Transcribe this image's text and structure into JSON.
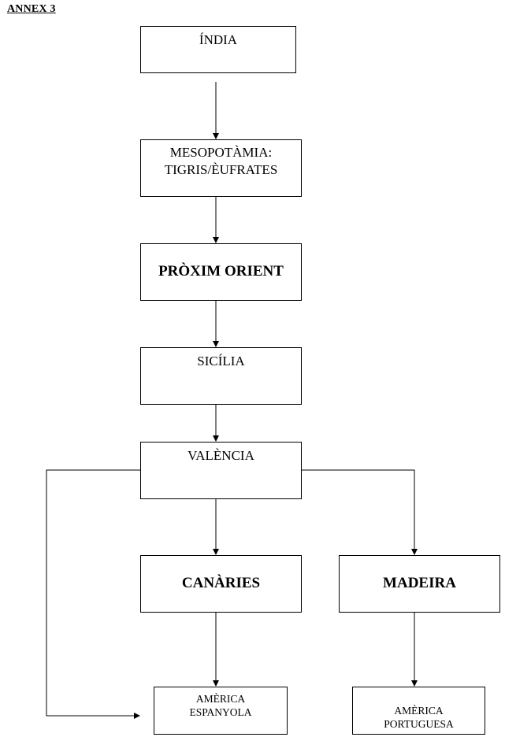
{
  "title": "ANNEX 3",
  "nodes": {
    "india": "ÍNDIA",
    "mesopotamia": "MESOPOTÀMIA:\nTIGRIS/ÈUFRATES",
    "proxim_orient": "PRÒXIM ORIENT",
    "sicilia": "SICÍLIA",
    "valencia": "VALÈNCIA",
    "canaries": "CANÀRIES",
    "madeira": "MADEIRA",
    "america_espanyola": "AMÈRICA\nESPANYOLA",
    "america_portuguesa": "AMÈRICA\nPORTUGUESA"
  }
}
